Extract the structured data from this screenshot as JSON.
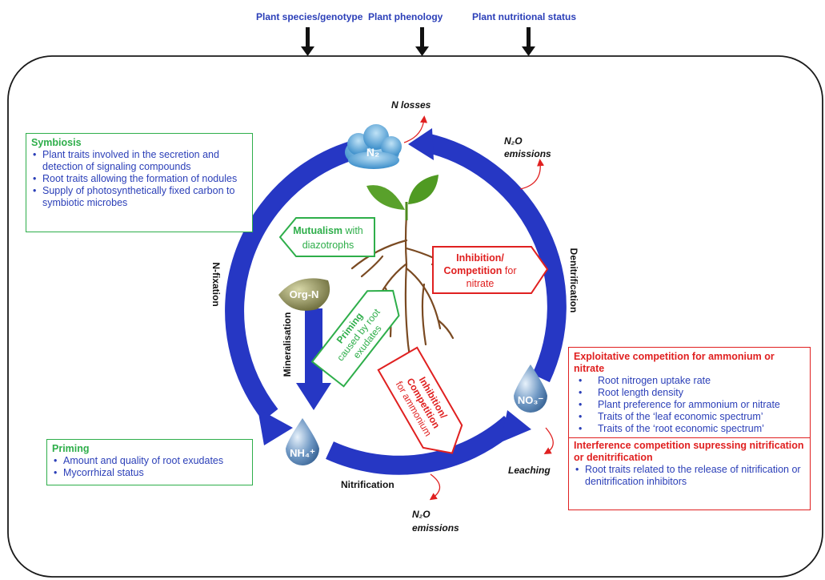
{
  "factors": [
    "Plant species/genotype",
    "Plant phenology",
    "Plant nutritional status"
  ],
  "compounds": {
    "n2": "N₂",
    "org_n": "Org-N",
    "nh4": "NH₄⁺",
    "no3": "NO₃⁻"
  },
  "processes": {
    "n_fixation": "N-fixation",
    "denitrification": "Denitrification",
    "mineralisation": "Mineralisation",
    "nitrification": "Nitrification"
  },
  "losses": {
    "n_losses": "N losses",
    "n2o_top_1": "N₂O",
    "n2o_top_2": "emissions",
    "n2o_bottom_1": "N₂O",
    "n2o_bottom_2": "emissions",
    "leaching": "Leaching"
  },
  "interactions": {
    "mutualism_bold": "Mutualism",
    "mutualism_rest": " with",
    "mutualism_line2": "diazotrophs",
    "inhib_nitrate_1": "Inhibition/",
    "inhib_nitrate_2_bold": "Competition",
    "inhib_nitrate_2_rest": " for",
    "inhib_nitrate_3": "nitrate",
    "priming_bold": "Priming",
    "priming_line2": "caused by root",
    "priming_line3": "exudates",
    "inhib_amm_1": "Inhibition/",
    "inhib_amm_2": "Competition",
    "inhib_amm_3": "for ammonium"
  },
  "symbiosis_box": {
    "title": "Symbiosis",
    "items": [
      "Plant traits involved in the secretion and detection of signaling compounds",
      "Root traits allowing the formation of nodules",
      "Supply of photosynthetically fixed carbon to symbiotic microbes"
    ]
  },
  "priming_box": {
    "title": "Priming",
    "items": [
      "Amount and quality of root exudates",
      "Mycorrhizal status"
    ]
  },
  "competition_box": {
    "title": "Exploitative competition for ammonium or nitrate",
    "items": [
      "Root nitrogen uptake rate",
      "Root length density",
      "Plant preference for ammonium or nitrate",
      "Traits of the ‘leaf economic spectrum’",
      "Traits of the ‘root economic spectrum’"
    ],
    "title2": "Interference competition supressing nitrification or denitrification",
    "items2": [
      "Root traits related to the release of nitrification or denitrification inhibitors"
    ]
  },
  "colors": {
    "cycle_blue": "#2637c4",
    "green": "#2eae4a",
    "red": "#e02020",
    "text_blue": "#2b3fb8"
  }
}
